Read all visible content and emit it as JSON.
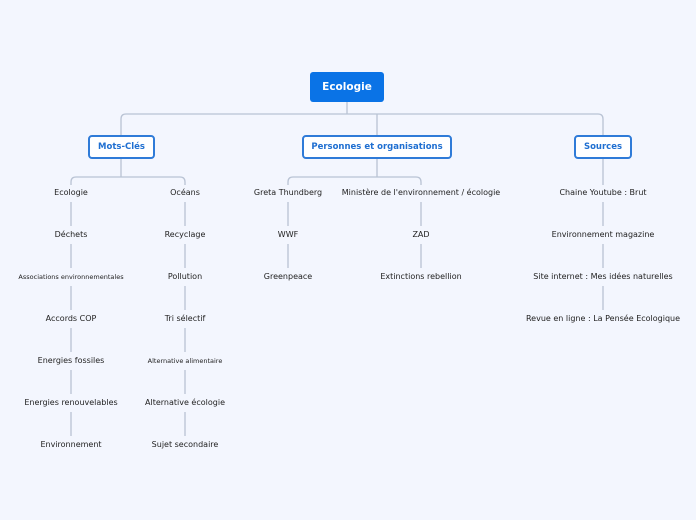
{
  "root": {
    "label": "Ecologie"
  },
  "categories": [
    {
      "label": "Mots-Clés",
      "columns": [
        [
          "Ecologie",
          "Déchets",
          "Associations environnementales",
          "Accords COP",
          "Energies fossiles",
          "Energies renouvelables",
          "Environnement"
        ],
        [
          "Océans",
          "Recyclage",
          "Pollution",
          "Tri sélectif",
          "Alternative alimentaire",
          "Alternative écologie",
          "Sujet secondaire"
        ]
      ]
    },
    {
      "label": "Personnes et organisations",
      "columns": [
        [
          "Greta Thundberg",
          "WWF",
          "Greenpeace"
        ],
        [
          "Ministère de l'environnement / écologie",
          "ZAD",
          "Extinctions rebellion"
        ]
      ]
    },
    {
      "label": "Sources",
      "columns": [
        [
          "Chaine Youtube : Brut",
          "Environnement magazine",
          "Site internet : Mes idées naturelles",
          "Revue en ligne : La Pensée Ecologique"
        ]
      ]
    }
  ],
  "colors": {
    "root_fill": "#0a73e6",
    "category_border": "#2f7bd8",
    "connector": "#b9c3d4",
    "background": "#f3f6fe"
  }
}
